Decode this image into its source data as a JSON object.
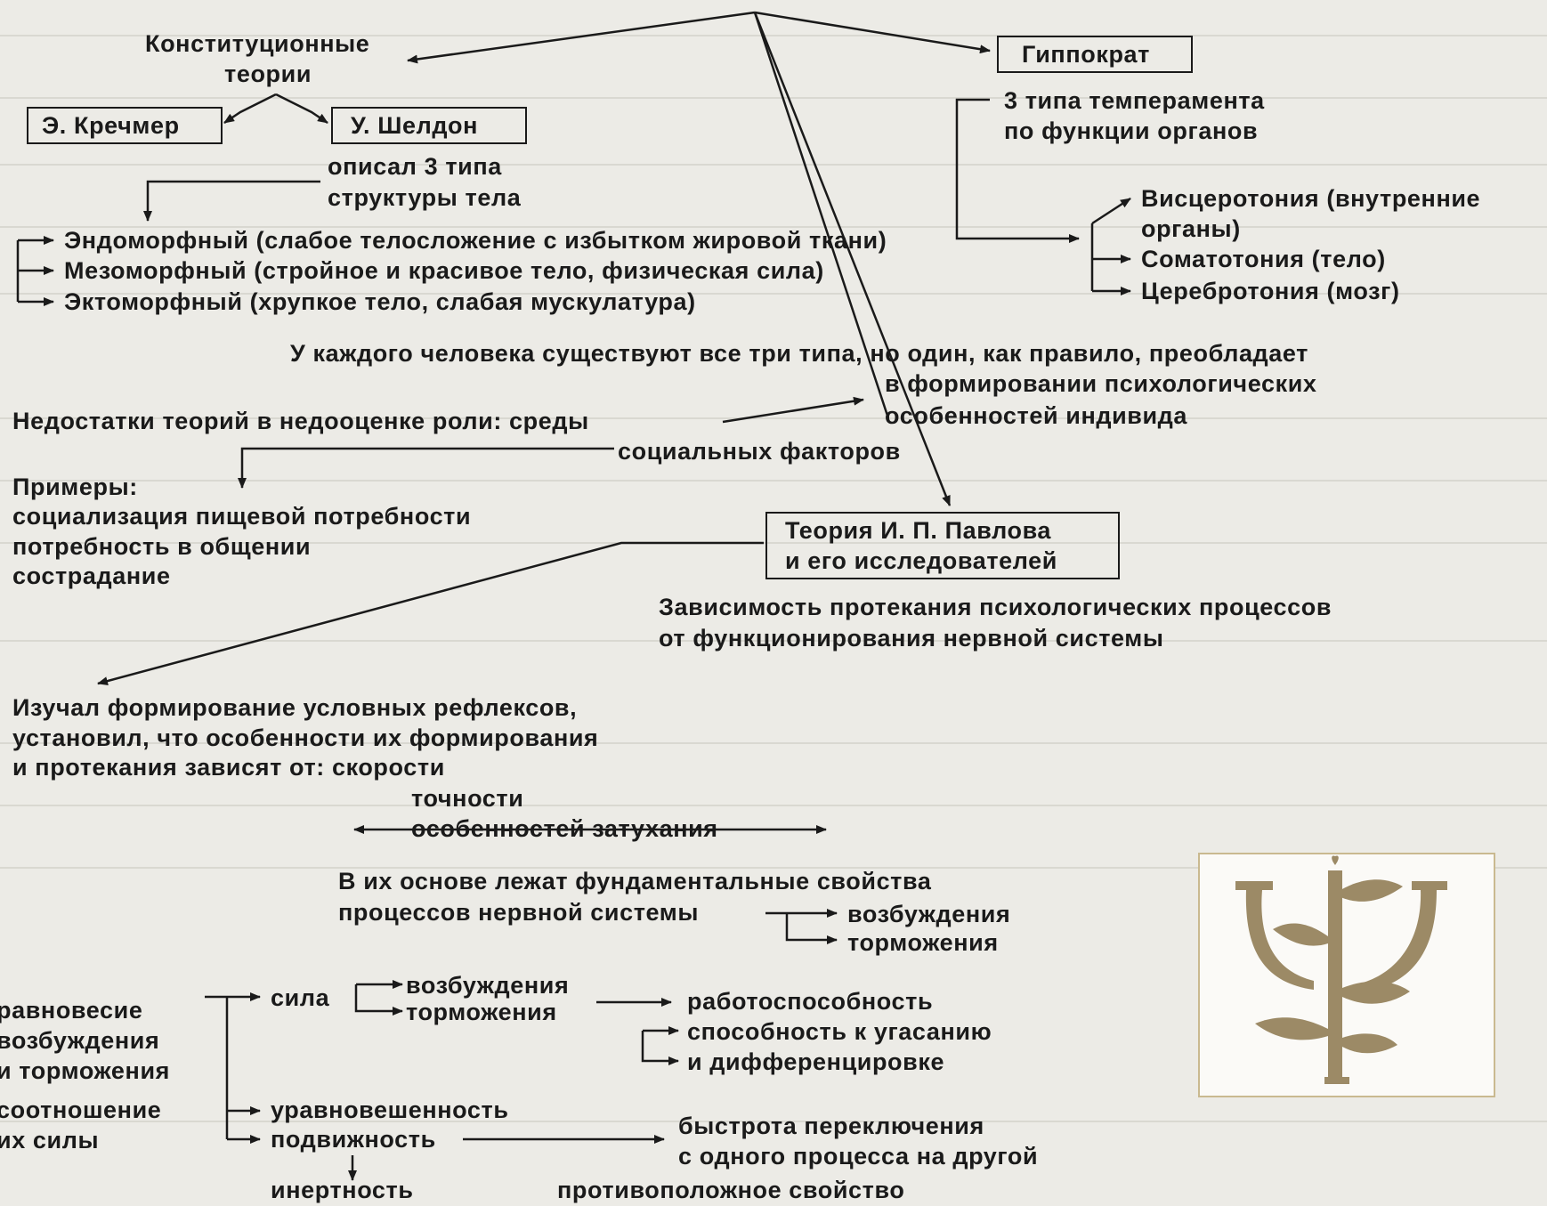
{
  "top": {
    "constitutional_line1": "Конституционные",
    "constitutional_line2": "теории",
    "kretschmer": "Э. Кречмер",
    "sheldon": "У. Шелдон",
    "hippocrates": "Гиппократ",
    "hip_line1": "3 типа темперамента",
    "hip_line2": "по функции органов"
  },
  "sheldon": {
    "desc_line1": "описал 3 типа",
    "desc_line2": "структуры тела",
    "types": [
      "Эндоморфный (слабое телосложение с избытком жировой ткани)",
      "Мезоморфный (стройное и красивое тело, физическая сила)",
      "Эктоморфный (хрупкое тело, слабая мускулатура)"
    ]
  },
  "hippocrates_types": {
    "visc_line1": "Висцеротония (внутренние",
    "visc_line2": "органы)",
    "soma": "Соматотония (тело)",
    "cereb": "Церебротония (мозг)"
  },
  "middle": {
    "every_person": "У каждого человека существуют все три типа, но один, как правило, преобладает",
    "formation_line1": "в формировании психологических",
    "formation_line2": "особенностей индивида",
    "shortcomings": "Недостатки теорий в недооценке роли: среды",
    "social": "социальных факторов",
    "examples_title": "Примеры:",
    "examples": [
      "социализация пищевой потребности",
      "потребность в общении",
      "сострадание"
    ],
    "pavlov_line1": "Теория И. П. Павлова",
    "pavlov_line2": "и его исследователей",
    "dependency_line1": "Зависимость протекания психологических процессов",
    "dependency_line2": "от функционирования нервной системы"
  },
  "reflexes": {
    "lines": [
      "Изучал формирование условных рефлексов,",
      "установил, что особенности их формирования",
      "и протекания зависят от: скорости"
    ],
    "accuracy": "точности",
    "fading": "особенностей затухания",
    "basis_line1": "В их основе лежат фундаментальные свойства",
    "basis_line2": "процессов нервной системы",
    "excitation": "возбуждения",
    "inhibition": "торможения"
  },
  "bottom": {
    "balance_lines": [
      "равновесие",
      "возбуждения",
      "и торможения",
      "соотношение",
      "их силы"
    ],
    "strength": "сила",
    "strength_excitation": "возбуждения",
    "strength_inhibition": "торможения",
    "performance": "работоспособность",
    "extinction": "способность к угасанию",
    "differentiation": "и дифференцировке",
    "balance": "уравновешенность",
    "mobility": "подвижность",
    "inertia": "инертность",
    "switch_line1": "быстрота переключения",
    "switch_line2": "с одного процесса на другой",
    "opposite": "противоположное свойство"
  },
  "logo": {
    "icon": "psi-emblem-icon",
    "color": "#9c8a66"
  },
  "colors": {
    "ink": "#1a1a1a",
    "paper": "#ecebe6",
    "logo_border": "#c9b990"
  }
}
